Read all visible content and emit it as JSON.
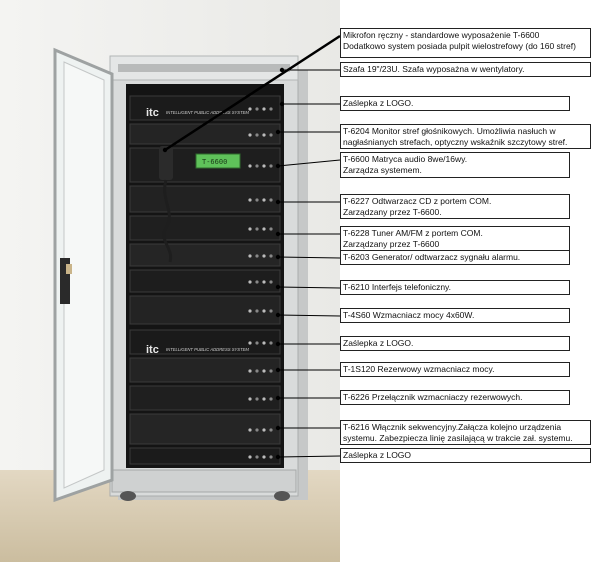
{
  "photo": {
    "badge_text": "itc",
    "panel_caption": "INTELLIGENT PUBLIC ADDRESS SYSTEM",
    "display_readout": "T-6600"
  },
  "colors": {
    "wall": "#f1f1ef",
    "floor": "#d9cdb5",
    "cabinet": "#d6d8d8",
    "rack_black": "#141414",
    "glass": "#eef2f1",
    "display": "#5fc25a",
    "line": "#000000"
  },
  "labels": [
    {
      "id": "mic",
      "text": "Mikrofon ręczny - standardowe wyposażenie T-6600\nDodatkowo system posiada pulpit wielostrefowy (do 160 stref)"
    },
    {
      "id": "cabinet",
      "text": "Szafa 19\"/23U. Szafa wyposażna w wentylatory."
    },
    {
      "id": "logo-top",
      "text": "Zaślepka z LOGO."
    },
    {
      "id": "t6204",
      "text": "T-6204 Monitor stref głośnikowych. Umożliwia nasłuch w nagłaśnianych strefach, optyczny wskaźnik szczytowy stref."
    },
    {
      "id": "t6600",
      "text": "T-6600 Matryca audio 8we/16wy.\nZarządza systemem."
    },
    {
      "id": "t6227",
      "text": "T-6227 Odtwarzacz CD z portem COM.\nZarządzany przez T-6600."
    },
    {
      "id": "t6228",
      "text": "T-6228 Tuner AM/FM z portem COM.\nZarządzany przez T-6600"
    },
    {
      "id": "t6203",
      "text": "T-6203 Generator/ odtwarzacz sygnału alarmu."
    },
    {
      "id": "t6210",
      "text": "T-6210 Interfejs telefoniczny."
    },
    {
      "id": "t4s60",
      "text": "T-4S60 Wzmacniacz mocy 4x60W."
    },
    {
      "id": "logo-mid",
      "text": "Zaślepka z LOGO."
    },
    {
      "id": "t1s120",
      "text": "T-1S120 Rezerwowy wzmacniacz mocy."
    },
    {
      "id": "t6226",
      "text": "T-6226 Przełącznik wzmacniaczy rezerwowych."
    },
    {
      "id": "t6216",
      "text": "T-6216 Włącznik sekwencyjny.Załącza kolejno urządzenia systemu. Zabezpiecza linię zasilającą w trakcie zał. systemu."
    },
    {
      "id": "logo-bottom",
      "text": "Zaślepka z LOGO"
    }
  ]
}
